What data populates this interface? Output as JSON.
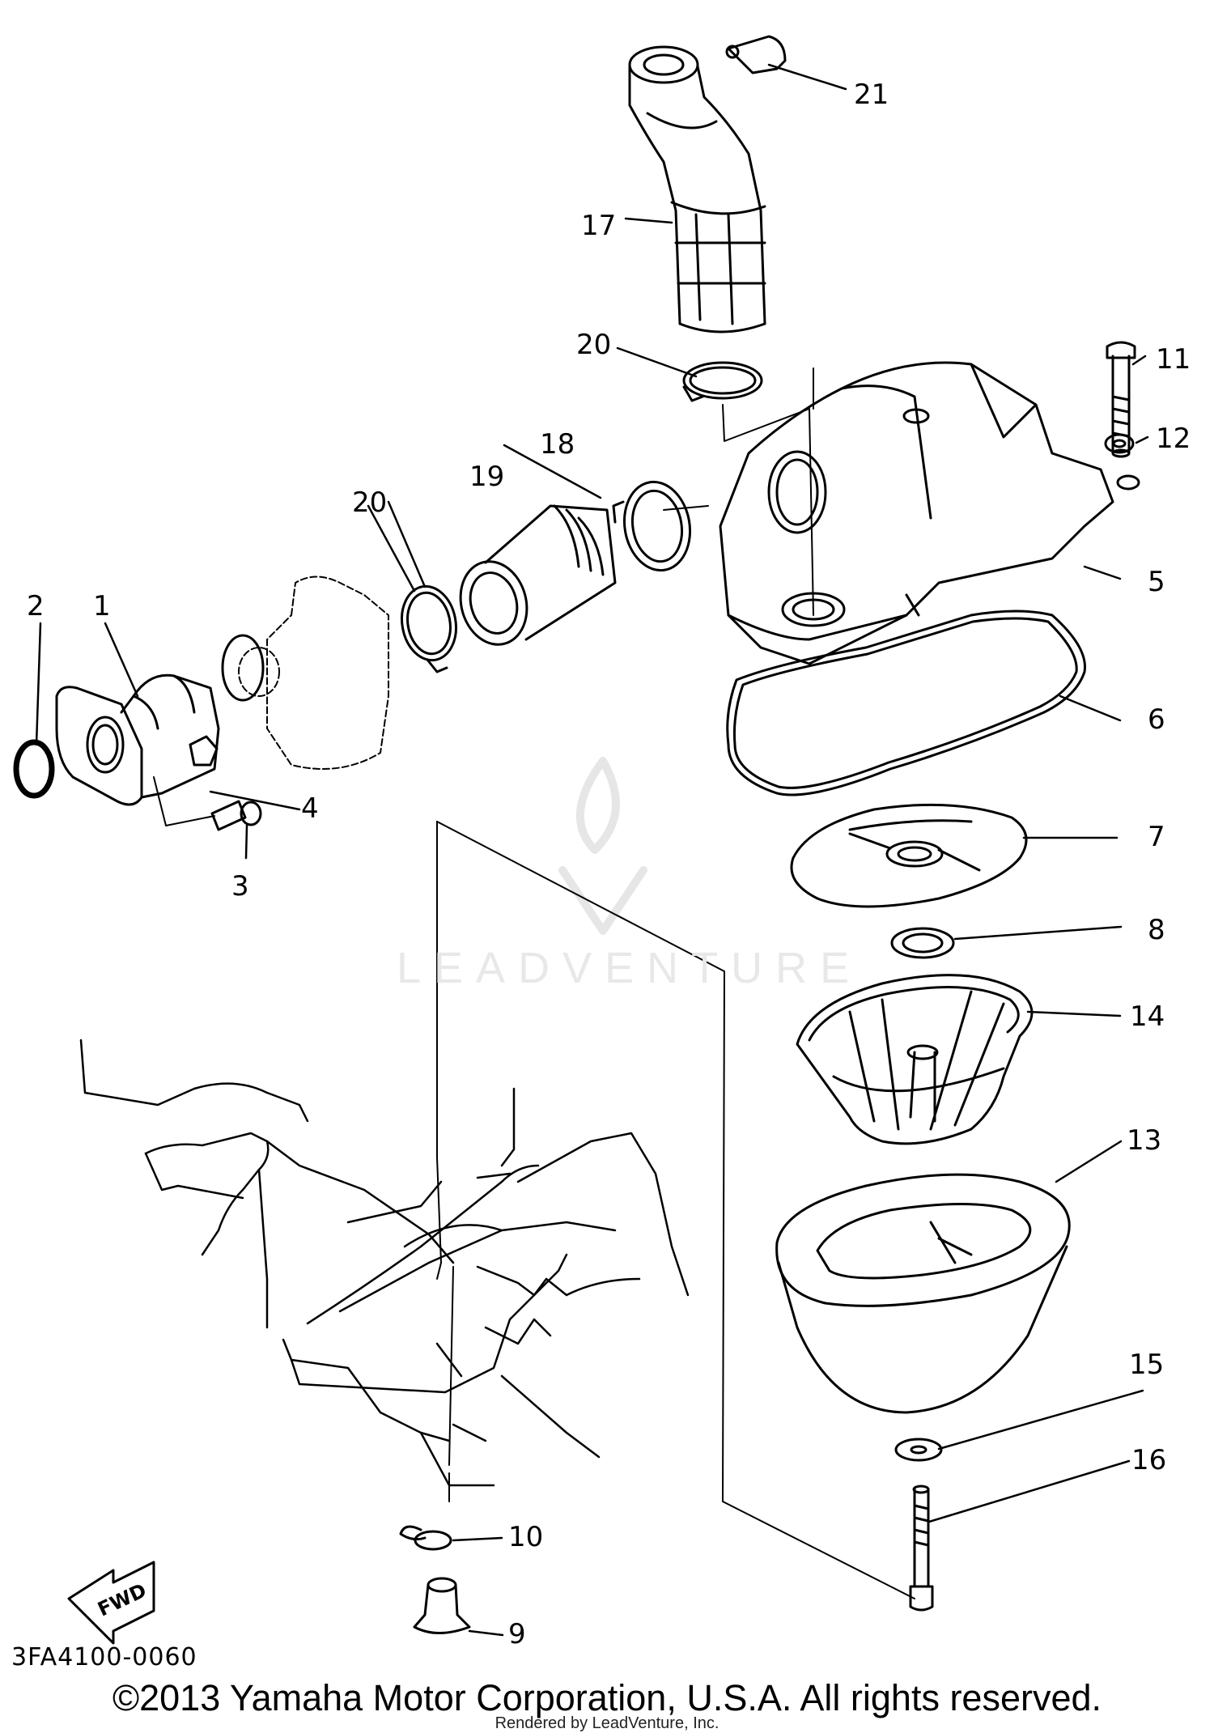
{
  "callouts": [
    {
      "id": "1",
      "label": "1"
    },
    {
      "id": "2",
      "label": "2"
    },
    {
      "id": "3",
      "label": "3"
    },
    {
      "id": "4",
      "label": "4"
    },
    {
      "id": "5",
      "label": "5"
    },
    {
      "id": "6",
      "label": "6"
    },
    {
      "id": "7",
      "label": "7"
    },
    {
      "id": "8",
      "label": "8"
    },
    {
      "id": "9",
      "label": "9"
    },
    {
      "id": "10",
      "label": "10"
    },
    {
      "id": "11",
      "label": "11"
    },
    {
      "id": "12",
      "label": "12"
    },
    {
      "id": "13",
      "label": "13"
    },
    {
      "id": "14",
      "label": "14"
    },
    {
      "id": "15",
      "label": "15"
    },
    {
      "id": "16",
      "label": "16"
    },
    {
      "id": "17",
      "label": "17"
    },
    {
      "id": "18",
      "label": "18"
    },
    {
      "id": "19",
      "label": "19"
    },
    {
      "id": "20a",
      "label": "20"
    },
    {
      "id": "20b",
      "label": "20"
    },
    {
      "id": "21",
      "label": "21"
    }
  ],
  "fwd_label": "FWD",
  "diagram_code": "3FA4100-0060",
  "copyright": "©2013 Yamaha Motor Corporation, U.S.A. All rights reserved.",
  "rendered_by": "Rendered by LeadVenture, Inc.",
  "watermark": "LEADVENTURE"
}
